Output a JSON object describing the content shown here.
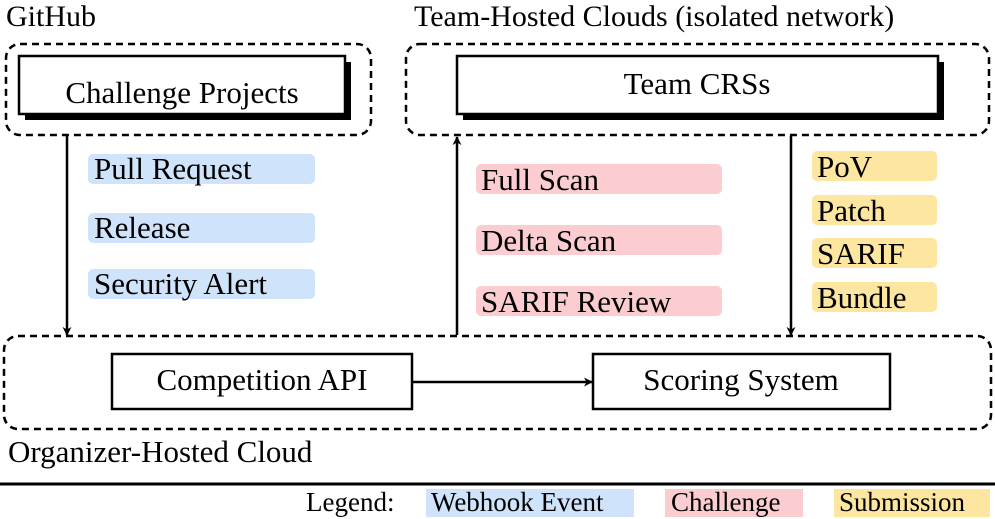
{
  "regions": {
    "github": "GitHub",
    "team_clouds": "Team-Hosted Clouds (isolated network)",
    "organizer_cloud": "Organizer-Hosted Cloud"
  },
  "boxes": {
    "challenge_projects": "Challenge Projects",
    "team_crss": "Team CRSs",
    "competition_api": "Competition API",
    "scoring_system": "Scoring System"
  },
  "webhook_events": [
    "Pull Request",
    "Release",
    "Security Alert"
  ],
  "challenges": [
    "Full Scan",
    "Delta Scan",
    "SARIF Review"
  ],
  "submissions": [
    "PoV",
    "Patch",
    "SARIF",
    "Bundle"
  ],
  "legend": {
    "title": "Legend:",
    "webhook": "Webhook Event",
    "challenge": "Challenge",
    "submission": "Submission"
  },
  "colors": {
    "webhook": "#cfe4fb",
    "challenge": "#fccdd0",
    "submission": "#fde6a0",
    "ink": "#000000"
  }
}
